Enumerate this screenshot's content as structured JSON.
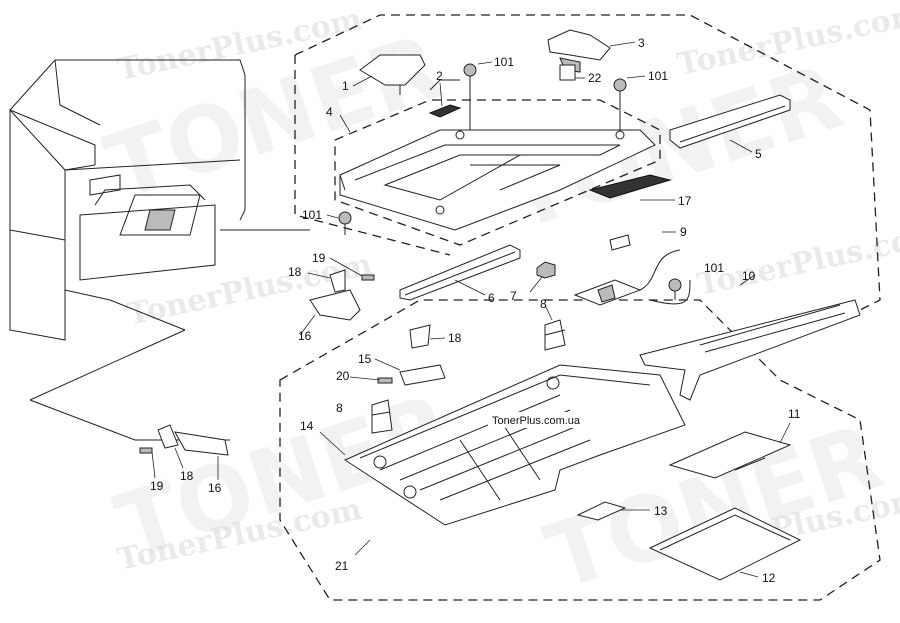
{
  "watermark": {
    "text": "TonerPlus.com",
    "big": "TONER"
  },
  "site_label": "TonerPlus.com.ua",
  "callouts": [
    {
      "id": "c1",
      "label": "1"
    },
    {
      "id": "c2",
      "label": "2"
    },
    {
      "id": "c3",
      "label": "3"
    },
    {
      "id": "c4",
      "label": "4"
    },
    {
      "id": "c5",
      "label": "5"
    },
    {
      "id": "c6",
      "label": "6"
    },
    {
      "id": "c7",
      "label": "7"
    },
    {
      "id": "c8a",
      "label": "8"
    },
    {
      "id": "c8b",
      "label": "8"
    },
    {
      "id": "c9",
      "label": "9"
    },
    {
      "id": "c10",
      "label": "10"
    },
    {
      "id": "c11",
      "label": "11"
    },
    {
      "id": "c12",
      "label": "12"
    },
    {
      "id": "c13",
      "label": "13"
    },
    {
      "id": "c14",
      "label": "14"
    },
    {
      "id": "c15",
      "label": "15"
    },
    {
      "id": "c16a",
      "label": "16"
    },
    {
      "id": "c16b",
      "label": "16"
    },
    {
      "id": "c17",
      "label": "17"
    },
    {
      "id": "c18a",
      "label": "18"
    },
    {
      "id": "c18b",
      "label": "18"
    },
    {
      "id": "c18c",
      "label": "18"
    },
    {
      "id": "c19a",
      "label": "19"
    },
    {
      "id": "c19b",
      "label": "19"
    },
    {
      "id": "c20",
      "label": "20"
    },
    {
      "id": "c21",
      "label": "21"
    },
    {
      "id": "c22",
      "label": "22"
    },
    {
      "id": "c101a",
      "label": "101"
    },
    {
      "id": "c101b",
      "label": "101"
    },
    {
      "id": "c101c",
      "label": "101"
    },
    {
      "id": "c101d",
      "label": "101"
    }
  ]
}
